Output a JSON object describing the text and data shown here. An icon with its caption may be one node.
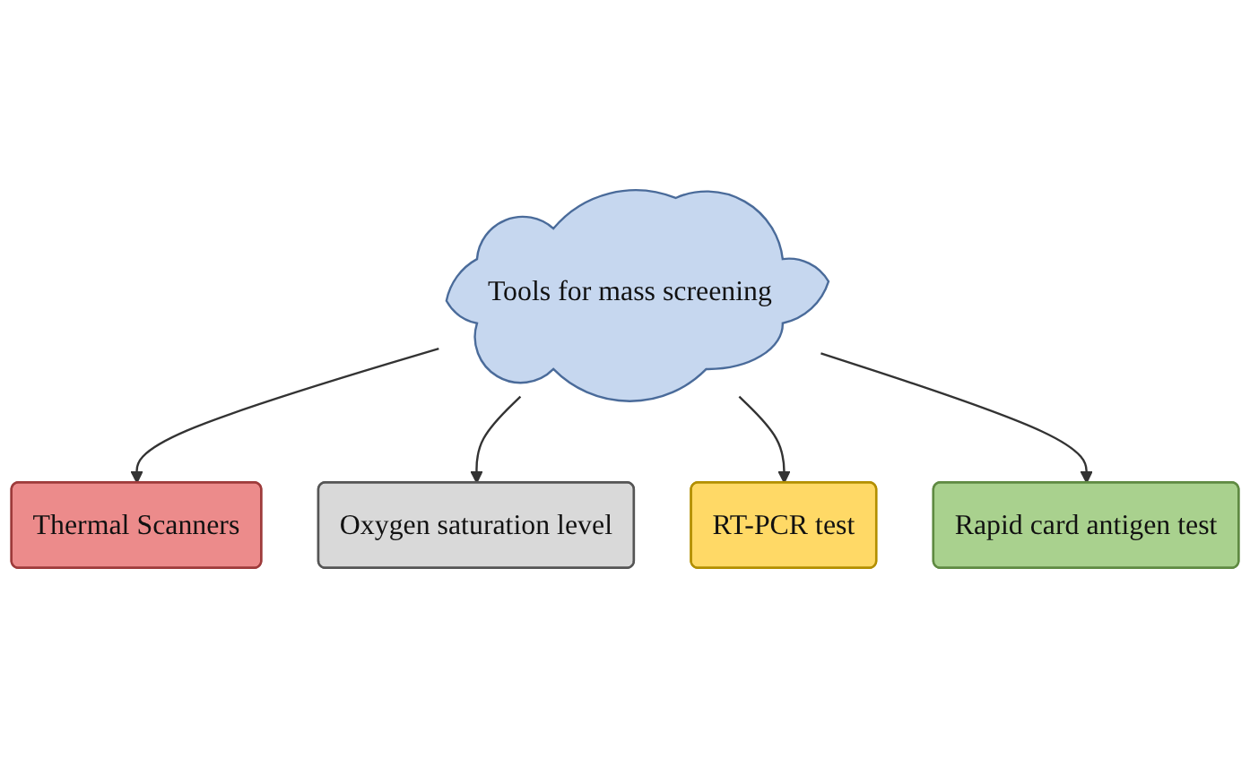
{
  "diagram": {
    "nodes": [
      {
        "text": [
          "Thermal Scanners"
        ]
      },
      {
        "text": [
          "Oxygen saturation level"
        ]
      },
      {
        "text": [
          "Tools for mass screening"
        ]
      },
      {
        "text": [
          "RT-PCR test"
        ]
      },
      {
        "text": [
          "Rapid card antigen test"
        ]
      }
    ],
    "edges": [
      {
        "from": 2,
        "to": 0,
        "arrow": "to"
      },
      {
        "from": 2,
        "to": 1,
        "arrow": "to"
      },
      {
        "from": 2,
        "to": 3,
        "arrow": "to"
      },
      {
        "from": 2,
        "to": 4,
        "arrow": "to"
      }
    ]
  }
}
